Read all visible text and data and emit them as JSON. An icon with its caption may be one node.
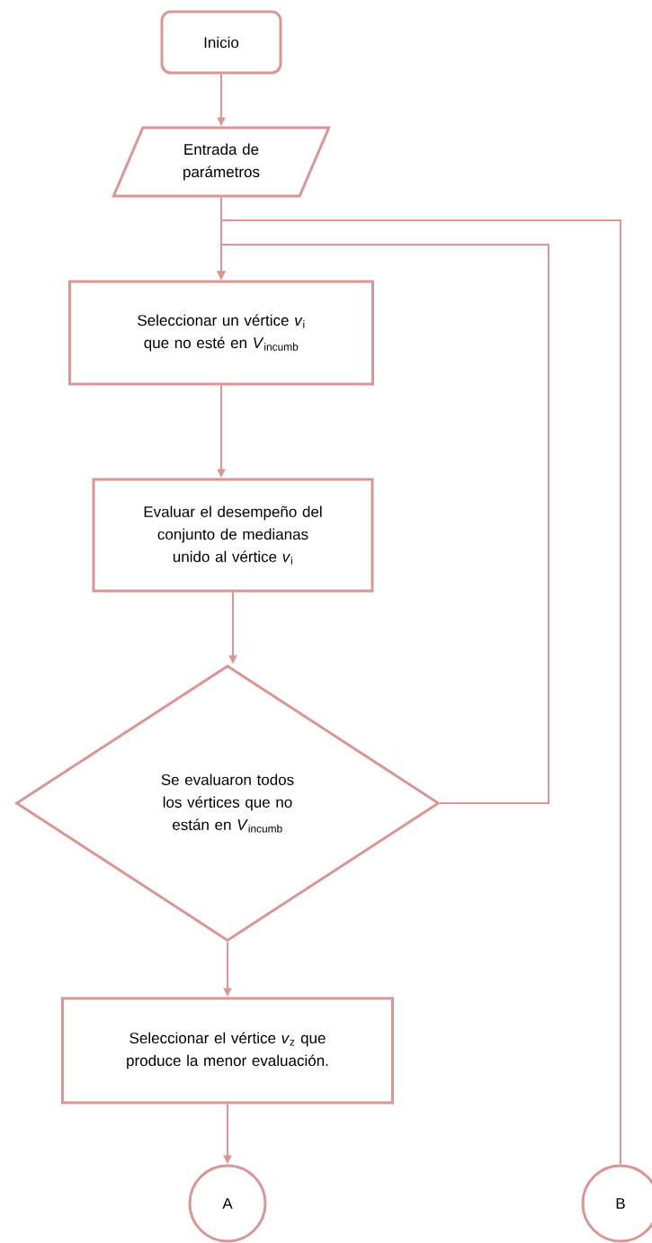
{
  "diagram": {
    "nodes": [
      {
        "text": [
          "Inicio"
        ]
      },
      {
        "text": [
          "Entrada de parámetros"
        ]
      },
      {
        "text": [
          "Seleccionar un vértice *v*$_{i}$ que no esté en *V*$_{incumb}$"
        ]
      },
      {
        "text": [
          "Evaluar el desempeño del conjunto de medianas unido al vértice *v*$_{i}$"
        ]
      },
      {
        "text": [
          "Se evaluaron todos los vértices que no están en *V*$_{incumb}$"
        ]
      },
      {
        "text": [
          "Seleccionar el vértice *v*$_{z}$ que produce la menor evaluación."
        ]
      },
      {
        "text": [
          "A"
        ]
      },
      {
        "text": [
          "B"
        ]
      }
    ],
    "edges": [
      {
        "from": 0,
        "to": 1,
        "arrow": "to"
      },
      {
        "from": 1,
        "to": 2,
        "arrow": "to"
      },
      {
        "from": 2,
        "to": 3,
        "arrow": "to"
      },
      {
        "from": 3,
        "to": 4,
        "arrow": "to"
      },
      {
        "from": 4,
        "to": 2,
        "arrow": "to"
      },
      {
        "from": 4,
        "to": 5,
        "arrow": "to"
      },
      {
        "from": 5,
        "to": 6,
        "arrow": "to"
      },
      {
        "from": 7,
        "to": 2,
        "arrow": "to"
      }
    ]
  }
}
